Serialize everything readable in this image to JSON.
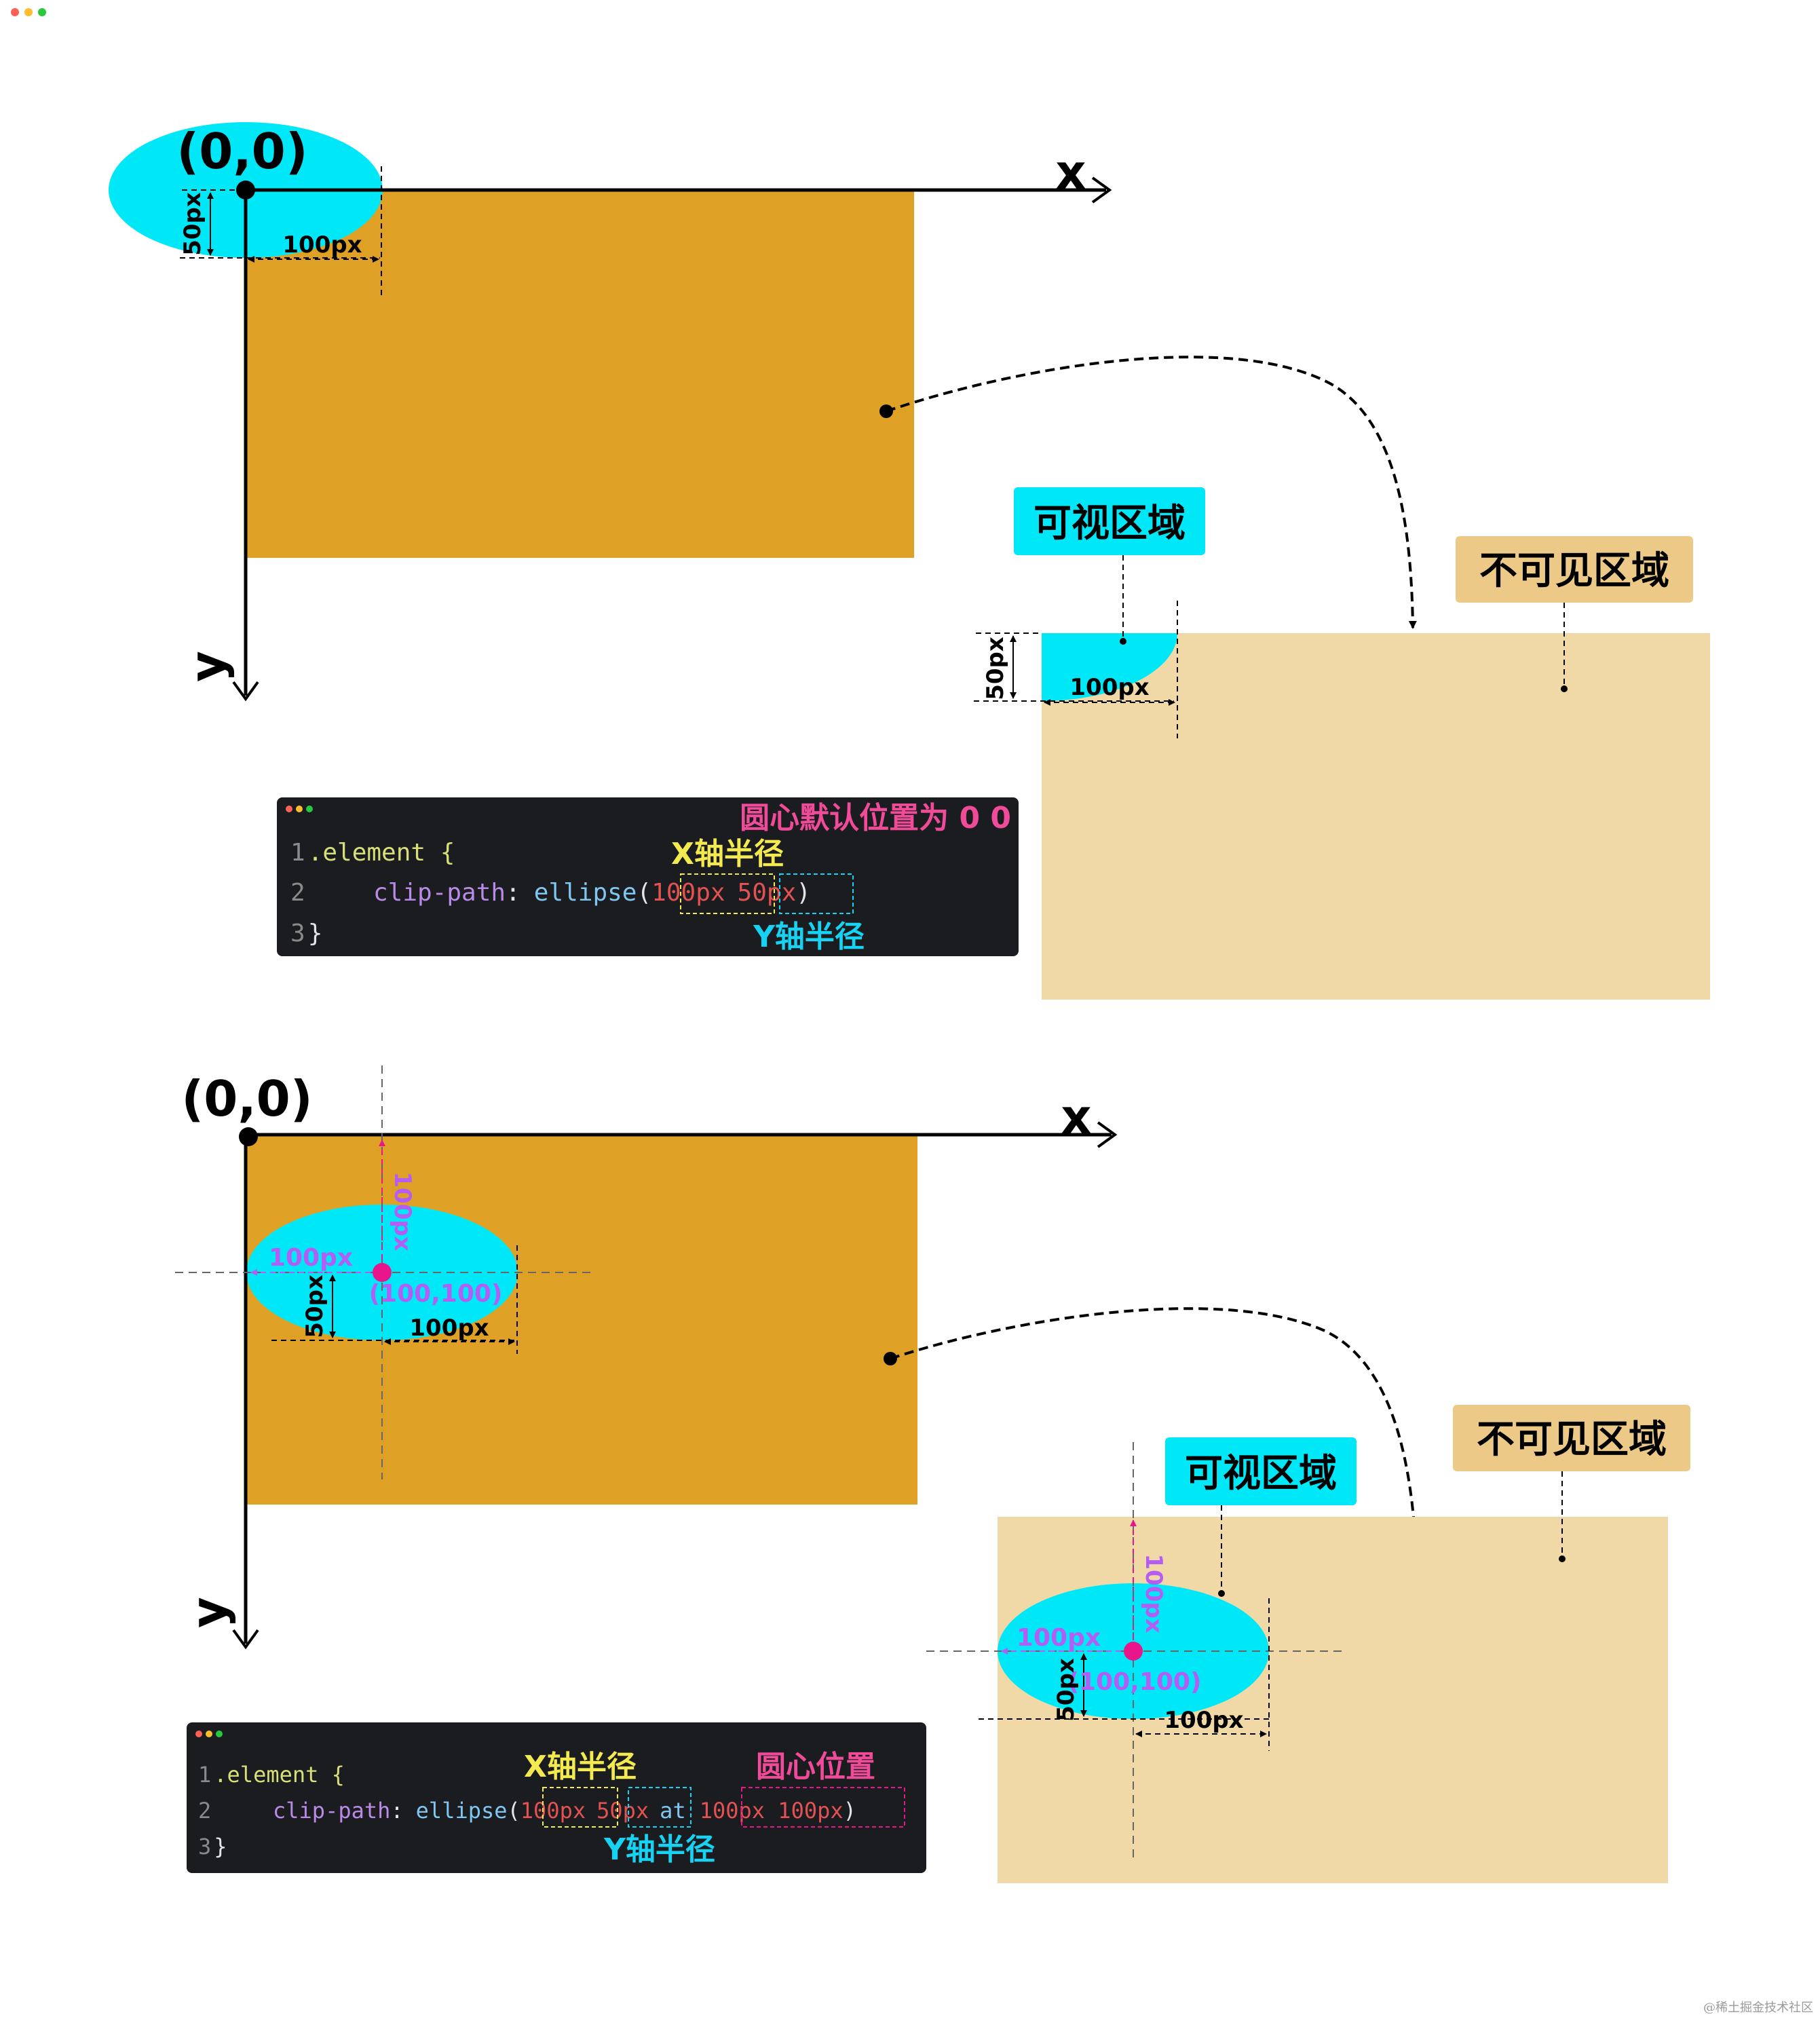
{
  "window": {
    "dots": [
      "#ff5f56",
      "#ffbd2e",
      "#27c93f"
    ]
  },
  "colors": {
    "visible": "#00e8f8",
    "element": "#dfa125",
    "invisible": "#f0d9a7",
    "invisible_label_bg": "#ecc987",
    "code_bg": "#1b1c1f",
    "magenta": "#e8168a",
    "purple": "#b55cf5",
    "yellow": "#f2ea4f",
    "pink": "#f04b98",
    "cyan_text": "#16d3f3",
    "code_red": "#e35252"
  },
  "diagram1": {
    "origin_label": "(0,0)",
    "x_axis_label": "x",
    "y_axis_label": "y",
    "radius_y_label": "50px",
    "radius_x_label": "100px",
    "visible_label": "可视区域",
    "invisible_label": "不可见区域",
    "result_radius_y_label": "50px",
    "result_radius_x_label": "100px",
    "code": {
      "line1_num": "1",
      "line1": ".element {",
      "line2_num": "2",
      "line2_prop": "clip-path",
      "line2_colon": ":",
      "line2_func": "ellipse",
      "line2_open": "(",
      "arg_rx": "100px",
      "arg_ry": "50px",
      "line2_close": ")",
      "line3_num": "3",
      "line3": "}",
      "note_center": "圆心默认位置为 0 0",
      "note_rx": "X轴半径",
      "note_ry": "Y轴半径"
    }
  },
  "diagram2": {
    "origin_label": "(0,0)",
    "x_axis_label": "x",
    "y_axis_label": "y",
    "top_offset_label": "100px",
    "left_offset_label": "100px",
    "center_label": "(100,100)",
    "radius_y_label": "50px",
    "radius_x_label": "100px",
    "visible_label": "可视区域",
    "invisible_label": "不可见区域",
    "result_top_offset_label": "100px",
    "result_left_offset_label": "100px",
    "result_center_label": "(100,100)",
    "result_radius_y_label": "50px",
    "result_radius_x_label": "100px",
    "code": {
      "line1_num": "1",
      "line1": ".element {",
      "line2_num": "2",
      "line2_prop": "clip-path",
      "line2_colon": ":",
      "line2_func": "ellipse",
      "line2_open": "(",
      "arg_rx": "100px",
      "arg_ry": "50px",
      "at": "at",
      "arg_pos": "100px 100px",
      "line2_close": ")",
      "line3_num": "3",
      "line3": "}",
      "note_rx": "X轴半径",
      "note_ry": "Y轴半径",
      "note_center": "圆心位置"
    }
  },
  "watermark": "@稀土掘金技术社区"
}
